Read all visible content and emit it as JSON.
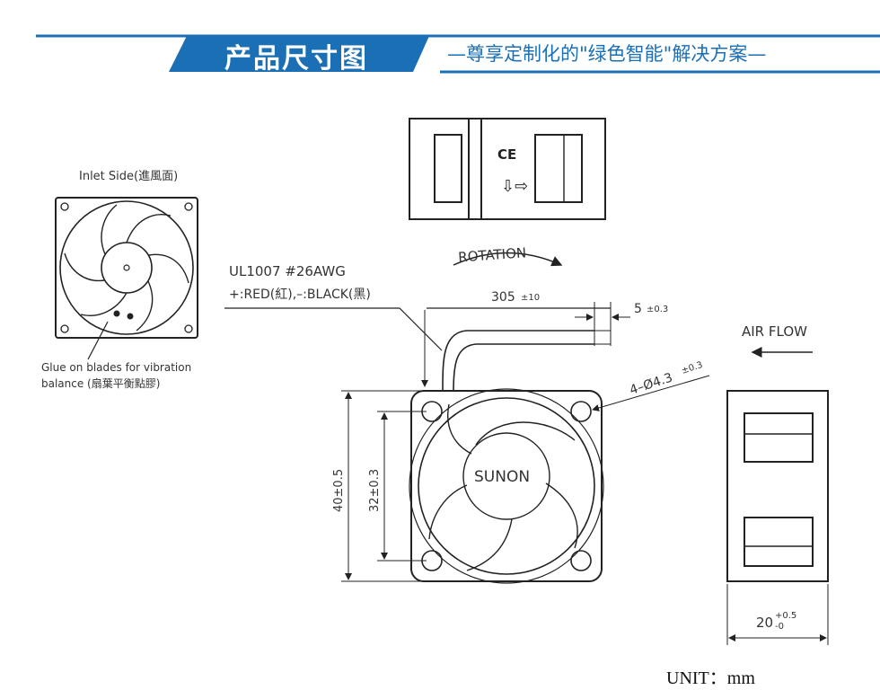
{
  "header": {
    "title": "产品尺寸图",
    "subtitle": "—尊享定制化的\"绿色智能\"解决方案—",
    "accent_color": "#1a6fb5"
  },
  "drawing": {
    "inlet_side_label": "Inlet Side(進風面)",
    "glue_note_line1": "Glue on blades for vibration",
    "glue_note_line2": "balance (扇葉平衡點膠)",
    "ce_mark": "CE",
    "rotation_label": "ROTATION",
    "cable_spec_line1": "UL1007 #26AWG",
    "cable_spec_line2": "+:RED(紅),–:BLACK(黑)",
    "cable_length": "305",
    "cable_length_tol": "±10",
    "strip_length": "5",
    "strip_length_tol": "±0.3",
    "hole_spec": "4–Ø4.3",
    "hole_spec_tol": "±0.3",
    "brand": "SUNON",
    "outer_size": "40±0.5",
    "hole_pitch": "32±0.3",
    "air_flow_label": "AIR FLOW",
    "depth_value": "20",
    "depth_tol_upper": "+0.5",
    "depth_tol_lower": "-0",
    "unit_label": "UNIT：mm"
  }
}
